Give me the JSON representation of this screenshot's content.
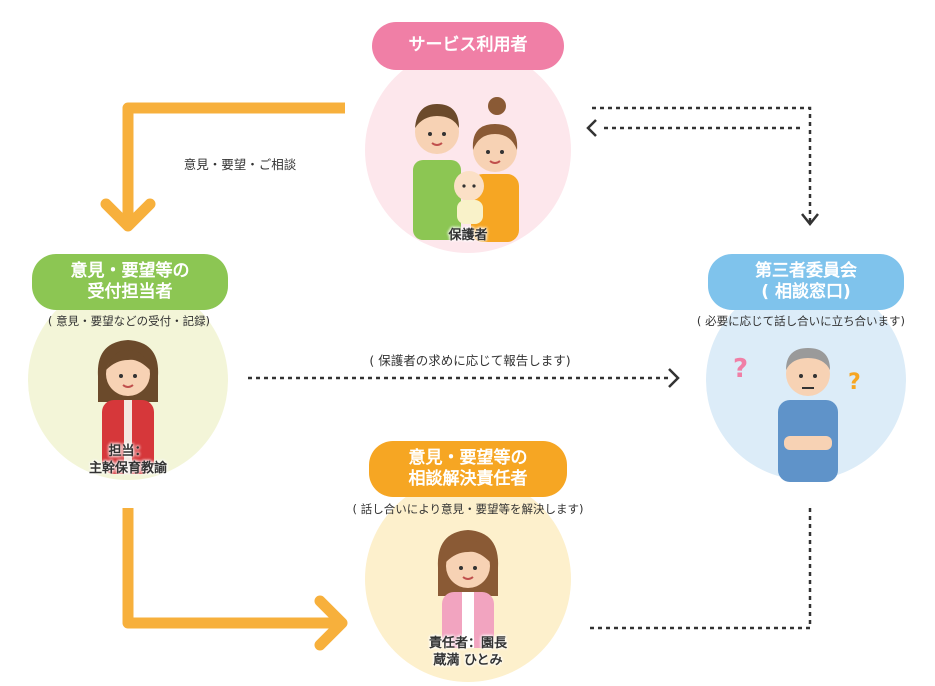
{
  "nodes": {
    "user": {
      "label": "サービス利用者",
      "caption": "保護者"
    },
    "receptionist": {
      "label_line1": "意見・要望等の",
      "label_line2": "受付担当者",
      "note": "( 意見・要望などの受付・記録)",
      "caption_line1": "担当：",
      "caption_line2": "主幹保育教諭"
    },
    "committee": {
      "label_line1": "第三者委員会",
      "label_line2": "( 相談窓口)",
      "note": "( 必要に応じて話し合いに立ち合います)"
    },
    "resolver": {
      "label_line1": "意見・要望等の",
      "label_line2": "相談解決責任者",
      "note": "( 話し合いにより意見・要望等を解決します)",
      "caption_line1": "責任者：園長",
      "caption_line2": "蔵満 ひとみ"
    }
  },
  "edges": {
    "user_to_receptionist": "意見・要望・ご相談",
    "receptionist_to_committee": "( 保護者の求めに応じて報告します)"
  },
  "colors": {
    "pink": "#f07fa6",
    "green": "#8cc653",
    "blue": "#7fc3ec",
    "orange": "#f6a623",
    "arrow": "#f7b03c"
  },
  "icons": [
    "question-mark-icon",
    "question-mark-icon"
  ]
}
